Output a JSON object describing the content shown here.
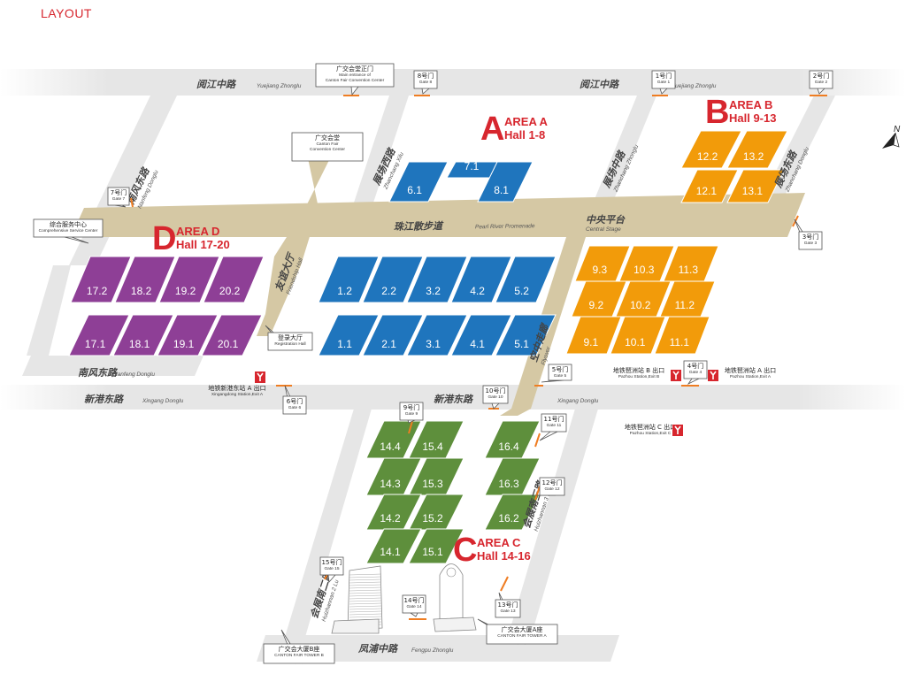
{
  "title": "LAYOUT",
  "colors": {
    "area_a": "#1f75bd",
    "area_b": "#f29b0a",
    "area_c": "#5e8f3c",
    "area_d": "#8e3f96",
    "road": "#e6e6e6",
    "promenade": "#d5c8a4",
    "accent": "#d7262e",
    "gate": "#ef7d22"
  },
  "areas": [
    {
      "letter": "A",
      "name": "AREA A",
      "halls_range": "Hall 1-8",
      "color": "#1f75bd",
      "halls": [
        "6.1",
        "7.1",
        "8.1",
        "1.2",
        "2.2",
        "3.2",
        "4.2",
        "5.2",
        "1.1",
        "2.1",
        "3.1",
        "4.1",
        "5.1"
      ]
    },
    {
      "letter": "B",
      "name": "AREA B",
      "halls_range": "Hall 9-13",
      "color": "#f29b0a",
      "halls": [
        "12.2",
        "13.2",
        "12.1",
        "13.1",
        "9.3",
        "10.3",
        "11.3",
        "9.2",
        "10.2",
        "11.2",
        "9.1",
        "10.1",
        "11.1"
      ]
    },
    {
      "letter": "C",
      "name": "AREA C",
      "halls_range": "Hall 14-16",
      "color": "#5e8f3c",
      "halls": [
        "14.4",
        "15.4",
        "16.4",
        "14.3",
        "15.3",
        "16.3",
        "14.2",
        "15.2",
        "16.2",
        "14.1",
        "15.1"
      ]
    },
    {
      "letter": "D",
      "name": "AREA D",
      "halls_range": "Hall 17-20",
      "color": "#8e3f96",
      "halls": [
        "17.2",
        "18.2",
        "19.2",
        "20.2",
        "17.1",
        "18.1",
        "19.1",
        "20.1"
      ]
    }
  ],
  "roads": [
    {
      "cn": "阅江中路",
      "en": "Yuejiang Zhonglu"
    },
    {
      "cn": "阅江中路",
      "en": "Yuejiang Zhonglu"
    },
    {
      "cn": "新港东路",
      "en": "Xingang Donglu"
    },
    {
      "cn": "新港东路",
      "en": "Xingang Donglu"
    },
    {
      "cn": "南风东路",
      "en": "Nanfeng Donglu"
    },
    {
      "cn": "凤浦中路",
      "en": "Fengpu Zhonglu"
    },
    {
      "cn": "珠江散步道",
      "en": "Pearl River Promenade"
    },
    {
      "cn": "中央平台",
      "en": "Central Stage"
    },
    {
      "cn": "南风东路",
      "en": "Nanfeng Donglu"
    },
    {
      "cn": "展场西路",
      "en": "Zhanchang Xilu"
    },
    {
      "cn": "展场中路",
      "en": "Zhanchang Zhonglu"
    },
    {
      "cn": "展场东路",
      "en": "Zhanchang Donglu"
    },
    {
      "cn": "友谊大厅",
      "en": "Friendship Hall"
    },
    {
      "cn": "空中走廊",
      "en": "Flyover"
    },
    {
      "cn": "会展南二路",
      "en": "Huizhannan 2 Lu"
    },
    {
      "cn": "会展南三路",
      "en": "Huizhannan 3 Lu"
    }
  ],
  "gates": [
    {
      "cn": "广交会堂正门",
      "en": "Main entrance of",
      "en2": "Canton Fair Convention Center"
    },
    {
      "cn": "8号门",
      "en": "Gate 8"
    },
    {
      "cn": "1号门",
      "en": "Gate 1"
    },
    {
      "cn": "2号门",
      "en": "Gate 2"
    },
    {
      "cn": "7号门",
      "en": "Gate 7"
    },
    {
      "cn": "3号门",
      "en": "Gate 3"
    },
    {
      "cn": "5号门",
      "en": "Gate 5"
    },
    {
      "cn": "4号门",
      "en": "Gate 4"
    },
    {
      "cn": "6号门",
      "en": "Gate 6"
    },
    {
      "cn": "10号门",
      "en": "Gate 10"
    },
    {
      "cn": "9号门",
      "en": "Gate 9"
    },
    {
      "cn": "11号门",
      "en": "Gate 11"
    },
    {
      "cn": "12号门",
      "en": "Gate 12"
    },
    {
      "cn": "15号门",
      "en": "Gate 15"
    },
    {
      "cn": "14号门",
      "en": "Gate 14"
    },
    {
      "cn": "13号门",
      "en": "Gate 13"
    }
  ],
  "facilities": [
    {
      "cn": "综合服务中心",
      "en": "Comprehensive Service Center"
    },
    {
      "cn": "登录大厅",
      "en": "Registration Hall"
    },
    {
      "cn": "广交会堂",
      "en": "Canton Fair",
      "en2": "Convention Center"
    },
    {
      "cn": "广交会大厦B座",
      "en": "CANTON FAIR TOWER B"
    },
    {
      "cn": "广交会大厦A座",
      "en": "CANTON FAIR TOWER A"
    }
  ],
  "metro": [
    {
      "cn": "地铁新港东站 A 出口",
      "en": "Xingangdong Station,Exit A"
    },
    {
      "cn": "地铁琶洲站 B 出口",
      "en": "Pazhou Station,Exit B"
    },
    {
      "cn": "地铁琶洲站 A 出口",
      "en": "Pazhou Station,Exit A"
    },
    {
      "cn": "地铁琶洲站 C 出口",
      "en": "Pazhou Station,Exit C"
    }
  ],
  "compass": {
    "label": "N"
  }
}
